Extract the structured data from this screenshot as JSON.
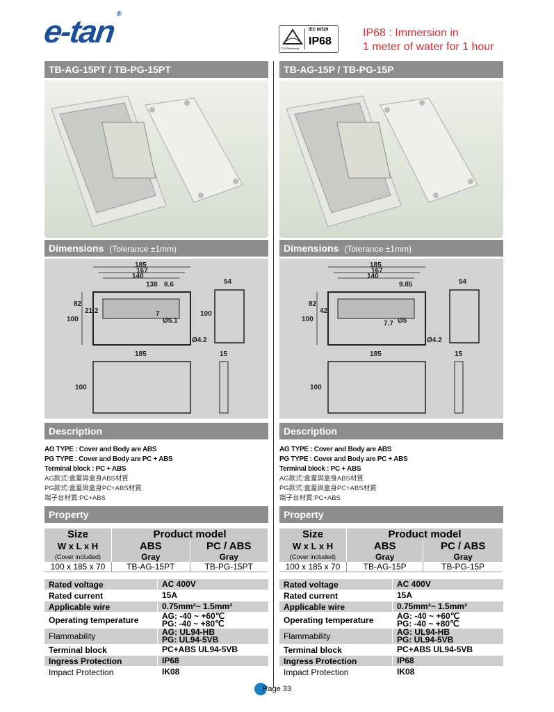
{
  "header": {
    "logo": "e-tan",
    "cert": {
      "iec": "IEC 60529",
      "ip": "IP68",
      "tuv": "TÜVRheinland"
    },
    "ip_note_line1": "IP68 : Immersion in",
    "ip_note_line2": "1 meter of water for 1 hour"
  },
  "colors": {
    "brand": "#1b4f9c",
    "accent": "#e32b2b",
    "bar": "#8c8c8c"
  },
  "columns": [
    {
      "title": "TB-AG-15PT / TB-PG-15PT",
      "dimensions_label": "Dimensions",
      "tolerance": "(Tolerance ±1mm)",
      "dims": {
        "w185": "185",
        "w167": "167",
        "w140": "140",
        "w138": "138",
        "p86": "8.6",
        "h82": "82",
        "h21": "21.2",
        "h100": "100",
        "d7": "7",
        "hole": "Ø5.1",
        "fix": "Ø4.2",
        "side54": "54",
        "side100": "100",
        "lid185": "185",
        "lid100": "100",
        "lid15": "15"
      },
      "description_label": "Description",
      "description": [
        "AG TYPE : Cover and Body are ABS",
        "PG TYPE : Cover and Body are PC + ABS",
        "Terminal block : PC + ABS",
        "AG款式:盒蓋與盒身ABS材質",
        "PG款式:盒蓋與盒身PC+ABS材質",
        "端子台材質:PC+ABS"
      ],
      "property_label": "Property",
      "model": {
        "size": "Size",
        "wlh": "W x L x H",
        "cover": "(Cover included)",
        "product_model": "Product model",
        "abs": "ABS",
        "pcabs": "PC / ABS",
        "gray1": "Gray",
        "gray2": "Gray",
        "dims": "100 x 185 x 70",
        "ag": "TB-AG-15PT",
        "pg": "TB-PG-15PT"
      },
      "specs": [
        {
          "k": "Rated voltage",
          "v": "AC 400V"
        },
        {
          "k": "Rated current",
          "v": "15A"
        },
        {
          "k": "Applicable wire",
          "v": "0.75mm²~ 1.5mm²"
        },
        {
          "k": "Operating temperature",
          "v": "AG: -40 ~ +60℃",
          "v2": "PG: -40 ~ +80℃"
        },
        {
          "k": "Flammability",
          "v": "AG: UL94-HB",
          "v2": "PG: UL94-5VB"
        },
        {
          "k": "Terminal block",
          "v": "PC+ABS UL94-5VB"
        },
        {
          "k": "Ingress Protection",
          "v": "IP68"
        },
        {
          "k": "Impact Protection",
          "v": "IK08"
        }
      ]
    },
    {
      "title": "TB-AG-15P / TB-PG-15P",
      "dimensions_label": "Dimensions",
      "tolerance": "(Tolerance ±1mm)",
      "dims": {
        "w185": "185",
        "w167": "167",
        "w140": "140",
        "p985": "9.85",
        "h82": "82",
        "h42": "42",
        "h100": "100",
        "d77": "7.7",
        "hole": "Ø5",
        "fix": "Ø4.2",
        "side54": "54",
        "lid185": "185",
        "lid100": "100",
        "lid15": "15"
      },
      "description_label": "Description",
      "description": [
        "AG TYPE : Cover and Body are ABS",
        "PG TYPE : Cover and Body are PC + ABS",
        "Terminal block : PC + ABS",
        "AG款式:盒蓋與盒身ABS材質",
        "PG款式:盒蓋與盒身PC+ABS材質",
        "端子台材質:PC+ABS"
      ],
      "property_label": "Property",
      "model": {
        "size": "Size",
        "wlh": "W x L x H",
        "cover": "(Cover included)",
        "product_model": "Product model",
        "abs": "ABS",
        "pcabs": "PC / ABS",
        "gray1": "Gray",
        "gray2": "Gray",
        "dims": "100 x 185 x 70",
        "ag": "TB-AG-15P",
        "pg": "TB-PG-15P"
      },
      "specs": [
        {
          "k": "Rated voltage",
          "v": "AC 400V"
        },
        {
          "k": "Rated current",
          "v": "15A"
        },
        {
          "k": "Applicable wire",
          "v": "0.75mm²~ 1.5mm²"
        },
        {
          "k": "Operating temperature",
          "v": "AG: -40 ~ +60℃",
          "v2": "PG: -40 ~ +80℃"
        },
        {
          "k": "Flammability",
          "v": "AG: UL94-HB",
          "v2": "PG: UL94-5VB"
        },
        {
          "k": "Terminal block",
          "v": "PC+ABS UL94-5VB"
        },
        {
          "k": "Ingress Protection",
          "v": "IP68"
        },
        {
          "k": "Impact Protection",
          "v": "IK08"
        }
      ]
    }
  ],
  "footer": {
    "page": "Page 33"
  }
}
